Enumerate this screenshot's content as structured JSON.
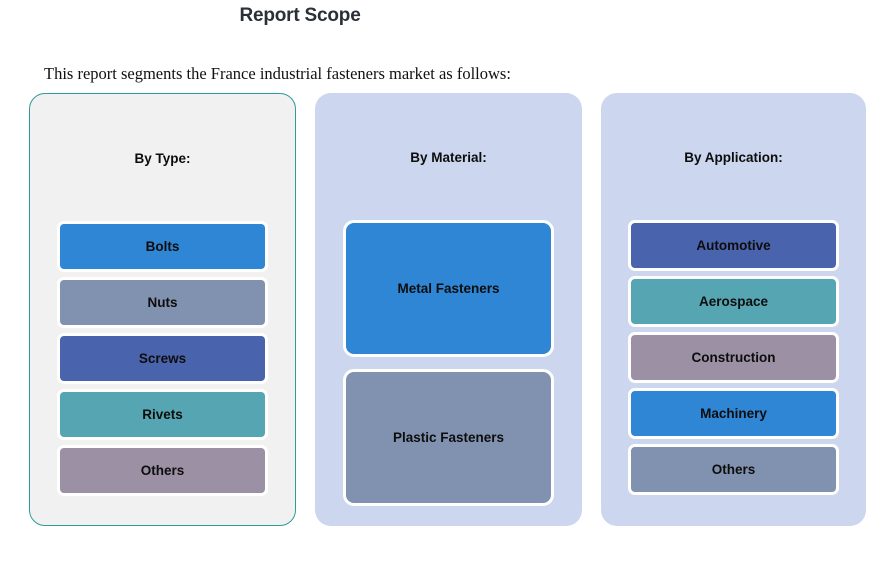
{
  "header": {
    "title": "Report Scope",
    "intro": "This report segments the France industrial fasteners market as follows:"
  },
  "colors": {
    "blue": "#2e86d5",
    "gray_blue": "#8192b0",
    "indigo": "#4a63ad",
    "teal": "#55a6b2",
    "mauve": "#9c90a4",
    "panel_type_bg": "#f1f1f1",
    "panel_type_border": "#2f9a9a",
    "panel_lavender_bg": "#ccd6ef",
    "box_outline": "#ffffff",
    "title_color": "#2b2f36"
  },
  "panels": [
    {
      "key": "type",
      "heading": "By Type:",
      "items": [
        {
          "label": "Bolts",
          "color": "#2e86d5"
        },
        {
          "label": "Nuts",
          "color": "#8192b0"
        },
        {
          "label": "Screws",
          "color": "#4a63ad"
        },
        {
          "label": "Rivets",
          "color": "#55a6b2"
        },
        {
          "label": "Others",
          "color": "#9c90a4"
        }
      ]
    },
    {
      "key": "material",
      "heading": "By Material:",
      "items": [
        {
          "label": "Metal Fasteners",
          "color": "#2e86d5"
        },
        {
          "label": "Plastic Fasteners",
          "color": "#8192b0"
        }
      ]
    },
    {
      "key": "application",
      "heading": "By Application:",
      "items": [
        {
          "label": "Automotive",
          "color": "#4a63ad"
        },
        {
          "label": "Aerospace",
          "color": "#55a6b2"
        },
        {
          "label": "Construction",
          "color": "#9c90a4"
        },
        {
          "label": "Machinery",
          "color": "#2e86d5"
        },
        {
          "label": "Others",
          "color": "#8192b0"
        }
      ]
    }
  ]
}
